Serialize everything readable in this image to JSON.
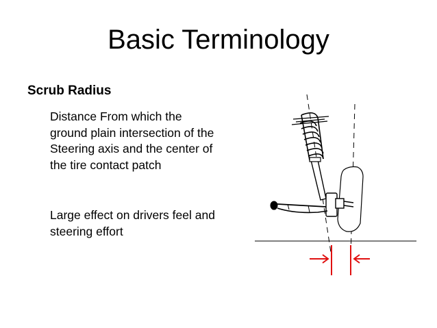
{
  "slide": {
    "title": "Basic Terminology",
    "subtitle": "Scrub Radius",
    "paragraphs": [
      "Distance From which the ground plain intersection of the Steering axis and the center of the tire contact patch",
      "Large effect on drivers feel and steering effort"
    ]
  },
  "diagram": {
    "marker_color": "#e01010",
    "line_color": "#000000"
  }
}
